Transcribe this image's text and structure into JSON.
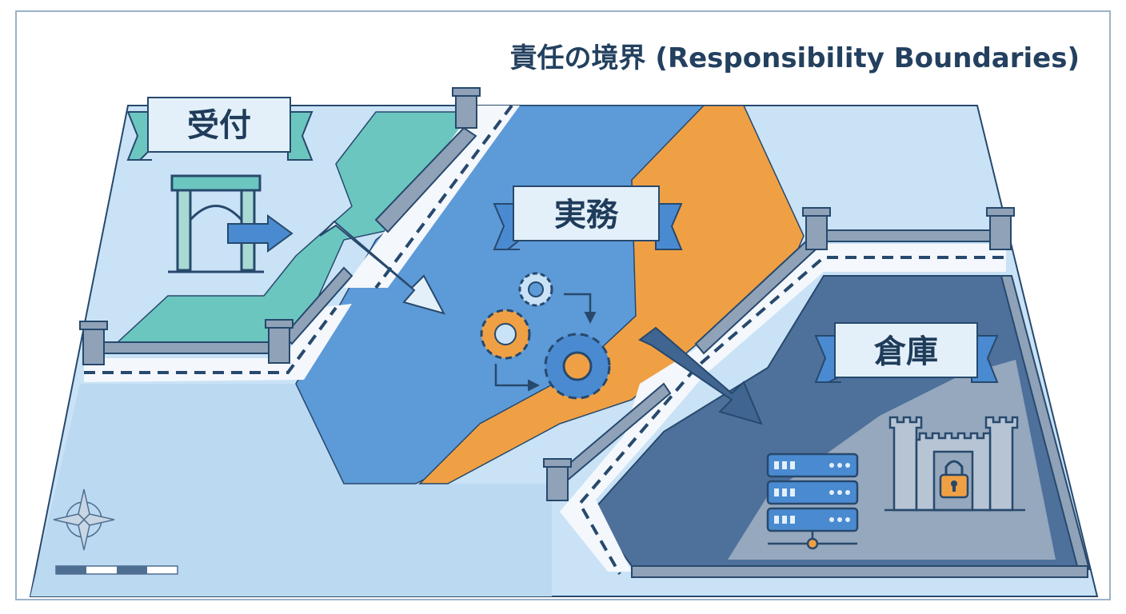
{
  "title": "責任の境界 (Responsibility Boundaries)",
  "zones": [
    {
      "id": "reception",
      "label": "受付",
      "color": "#6cc6c0"
    },
    {
      "id": "operations",
      "label": "実務",
      "color": "#5d9ad8"
    },
    {
      "id": "warehouse",
      "label": "倉庫",
      "color": "#4e719c"
    }
  ],
  "colors": {
    "map_background": "#c9e2f6",
    "operations_orange": "#f0a044",
    "wall": "#8fa2b8",
    "outline": "#27496d",
    "gear_orange": "#f0a044",
    "gear_blue": "#4a8ad0",
    "lock": "#f0a044"
  },
  "icons": [
    "gate-icon",
    "arrow-right-icon",
    "gear-icon",
    "server-rack-icon",
    "castle-icon",
    "padlock-icon",
    "compass-rose-icon",
    "scale-bar-icon",
    "watchtower-icon"
  ]
}
